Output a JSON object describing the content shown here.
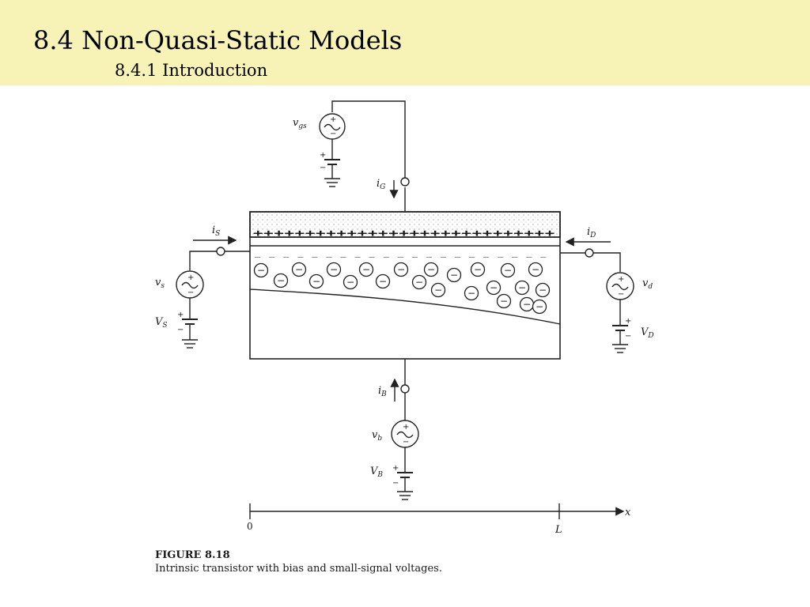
{
  "header": {
    "title": "8.4 Non-Quasi-Static Models",
    "subtitle": "8.4.1 Introduction"
  },
  "figure": {
    "caption_title": "FIGURE 8.18",
    "caption_text": "Intrinsic transistor with bias and small-signal voltages.",
    "gate": {
      "current": "i",
      "current_sub": "G",
      "ac_source": "v",
      "ac_source_sub": "gs"
    },
    "source": {
      "current": "i",
      "current_sub": "S",
      "ac_source": "v",
      "ac_source_sub": "s",
      "dc_source": "V",
      "dc_source_sub": "S"
    },
    "drain": {
      "current": "i",
      "current_sub": "D",
      "ac_source": "v",
      "ac_source_sub": "d",
      "dc_source": "V",
      "dc_source_sub": "D"
    },
    "body": {
      "current": "i",
      "current_sub": "B",
      "ac_source": "v",
      "ac_source_sub": "b",
      "dc_source": "V",
      "dc_source_sub": "B"
    },
    "axis": {
      "origin": "0",
      "length_mark": "L",
      "variable": "x"
    },
    "gate_charges": "+++++++++++++++++++++++++++++",
    "inversion_charges": "_ _ _ _ _ _ _ _ _ _ _ _ _ _ _ _ _ _ _ _ _",
    "depletion_charge_symbol": "−"
  },
  "colors": {
    "header_background": "#f7f2b6",
    "ink": "#222222"
  }
}
